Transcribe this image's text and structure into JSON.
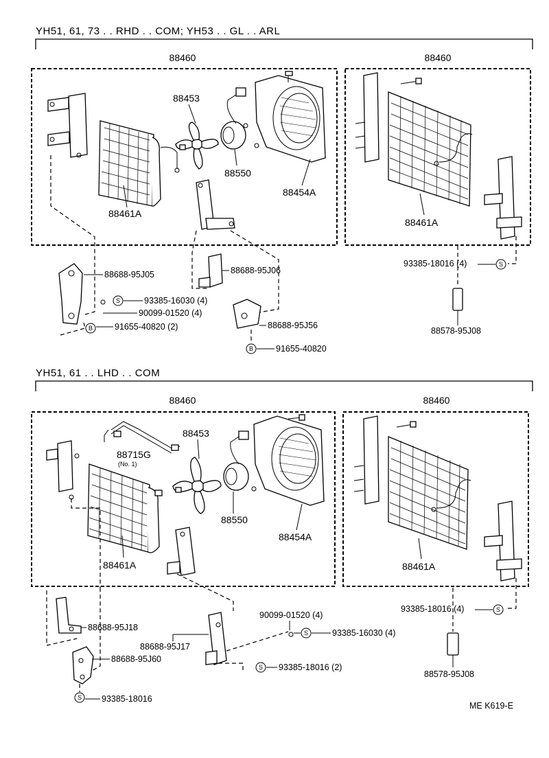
{
  "sections": [
    {
      "header": "YH51, 61, 73 . . RHD . . COM; YH53 . . GL . . ARL",
      "left_group": {
        "number": "88460",
        "parts": {
          "fan": "88453",
          "motor": "88550",
          "shroud": "88454A",
          "condenser": "88461A"
        },
        "below": [
          {
            "label": "88688-95J05"
          },
          {
            "label": "93385-16030 (4)",
            "symbol": "S"
          },
          {
            "label": "90099-01520 (4)"
          },
          {
            "label": "91655-40820 (2)",
            "symbol": "B"
          },
          {
            "label": "88688-95J06"
          },
          {
            "label": "88688-95J56"
          },
          {
            "label": "91655-40820",
            "symbol": "B"
          }
        ]
      },
      "right_group": {
        "number": "88460",
        "condenser": "88461A",
        "bolt": {
          "label": "93385-18016 (4)",
          "symbol": "S"
        },
        "receiver": "88578-95J08"
      }
    },
    {
      "header": "YH51, 61 . . LHD . . COM",
      "left_group": {
        "number": "88460",
        "parts": {
          "pipe": "88715G",
          "pipe_note": "(No. 1)",
          "fan": "88453",
          "motor": "88550",
          "shroud": "88454A",
          "condenser": "88461A"
        },
        "below": [
          {
            "label": "88688-95J18"
          },
          {
            "label": "88688-95J60"
          },
          {
            "label": "93385-18016",
            "symbol": "S"
          },
          {
            "label": "88688-95J17"
          },
          {
            "label": "90099-01520 (4)"
          },
          {
            "label": "93385-16030 (4)",
            "symbol": "S"
          },
          {
            "label": "93385-18016 (2)",
            "symbol": "S"
          }
        ]
      },
      "right_group": {
        "number": "88460",
        "condenser": "88461A",
        "bolt": {
          "label": "93385-18016 (4)",
          "symbol": "S"
        },
        "receiver": "88578-95J08"
      }
    }
  ],
  "footer_code": "ME K619-E"
}
